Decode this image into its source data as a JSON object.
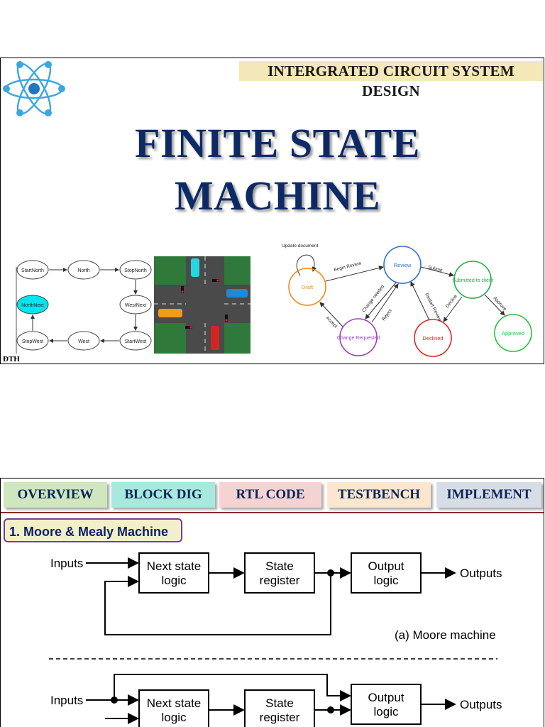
{
  "slide1": {
    "banner": "INTERGRATED CIRCUIT SYSTEM DESIGN",
    "title_line1": "FINITE STATE",
    "title_line2": "MACHINE",
    "author": "ĐTH",
    "traffic_fsm": {
      "states": [
        "StartNorth",
        "North",
        "StopNorth",
        "NorthNext",
        "WestNext",
        "StopWest",
        "West",
        "StartWest"
      ],
      "highlight_color": "#00e5ee"
    },
    "doc_fsm": {
      "states": [
        "Draft",
        "Review",
        "Submitted to client",
        "Change Requested",
        "Declined",
        "Approved"
      ],
      "transitions": [
        "Update document",
        "Begin Review",
        "Submit",
        "Change needed",
        "Reject",
        "Accept",
        "Restart Review",
        "Decline",
        "Approve"
      ],
      "colors": {
        "draft": "#f08a1c",
        "review": "#2d6fd6",
        "submitted": "#1fae4a",
        "change": "#9b3fc6",
        "declined": "#e02424",
        "approved": "#22c23a"
      }
    }
  },
  "slide2": {
    "tabs": [
      {
        "label": "OVERVIEW",
        "color": "#cfe6bf"
      },
      {
        "label": "BLOCK DIG",
        "color": "#a9e8dc"
      },
      {
        "label": "RTL CODE",
        "color": "#f6d3d3"
      },
      {
        "label": "TESTBENCH",
        "color": "#fbe6d0"
      },
      {
        "label": "IMPLEMENT",
        "color": "#d7dde6"
      }
    ],
    "section_title": "1. Moore & Mealy Machine",
    "diagram": {
      "inputs": "Inputs",
      "next_state": [
        "Next state",
        "logic"
      ],
      "state_register": [
        "State",
        "register"
      ],
      "output_logic": [
        "Output",
        "logic"
      ],
      "outputs": "Outputs",
      "moore_caption": "(a) Moore machine"
    }
  }
}
